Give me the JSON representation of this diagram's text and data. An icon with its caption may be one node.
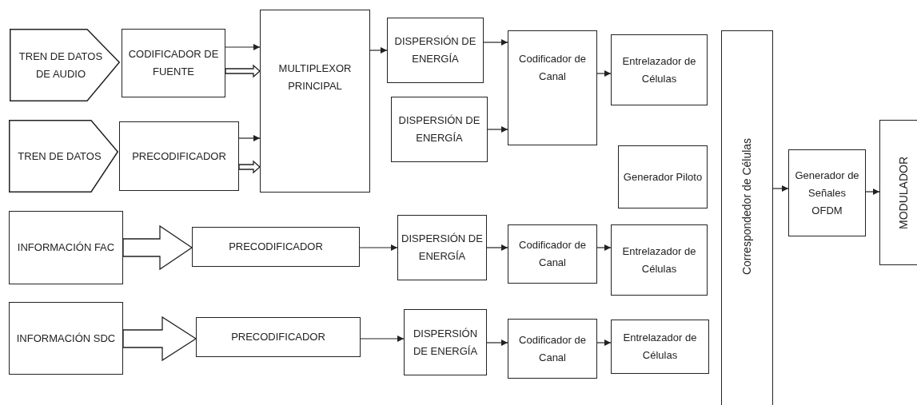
{
  "diagram": {
    "nodes": [
      {
        "text": [
          "TREN DE DATOS DE AUDIO"
        ]
      },
      {
        "text": [
          "CODIFICADOR DE FUENTE"
        ]
      },
      {
        "text": [
          "TREN DE DATOS"
        ]
      },
      {
        "text": [
          "PRECODIFICADOR"
        ]
      },
      {
        "text": [
          "MULTIPLEXOR PRINCIPAL"
        ]
      },
      {
        "text": [
          "DISPERSIÓN DE ENERGÍA"
        ]
      },
      {
        "text": [
          "DISPERSIÓN DE ENERGÍA"
        ]
      },
      {
        "text": [
          "Codificador de Canal"
        ]
      },
      {
        "text": [
          "Entrelazador de Células"
        ]
      },
      {
        "text": [
          "Generador Piloto"
        ]
      },
      {
        "text": [
          "INFORMACIÓN FAC"
        ]
      },
      {
        "text": [
          "PRECODIFICADOR"
        ]
      },
      {
        "text": [
          "DISPERSIÓN DE ENERGÍA"
        ]
      },
      {
        "text": [
          "Codificador de Canal"
        ]
      },
      {
        "text": [
          "Entrelazador de Células"
        ]
      },
      {
        "text": [
          "INFORMACIÓN SDC"
        ]
      },
      {
        "text": [
          "PRECODIFICADOR"
        ]
      },
      {
        "text": [
          "DISPERSIÓN DE ENERGÍA"
        ]
      },
      {
        "text": [
          "Codificador de Canal"
        ]
      },
      {
        "text": [
          "Entrelazador de Células"
        ]
      },
      {
        "text": [
          "Correspondedor de Células"
        ]
      },
      {
        "text": [
          "Generador de Señales OFDM"
        ]
      },
      {
        "text": [
          "MODULADOR"
        ]
      }
    ],
    "edges": [
      {
        "from": 1,
        "to": 4,
        "arrow": "to"
      },
      {
        "from": 1,
        "to": 4,
        "arrow": "to",
        "style": "thick"
      },
      {
        "from": 3,
        "to": 4,
        "arrow": "to"
      },
      {
        "from": 3,
        "to": 4,
        "arrow": "to",
        "style": "thick"
      },
      {
        "from": 4,
        "to": 5,
        "arrow": "to"
      },
      {
        "from": 5,
        "to": 7,
        "arrow": "to"
      },
      {
        "from": 6,
        "to": 7,
        "arrow": "to"
      },
      {
        "from": 7,
        "to": 8,
        "arrow": "to"
      },
      {
        "from": 10,
        "to": 11,
        "arrow": "to",
        "style": "thick"
      },
      {
        "from": 11,
        "to": 12,
        "arrow": "to"
      },
      {
        "from": 12,
        "to": 13,
        "arrow": "to"
      },
      {
        "from": 13,
        "to": 14,
        "arrow": "to"
      },
      {
        "from": 15,
        "to": 16,
        "arrow": "to",
        "style": "thick"
      },
      {
        "from": 16,
        "to": 17,
        "arrow": "to"
      },
      {
        "from": 17,
        "to": 18,
        "arrow": "to"
      },
      {
        "from": 18,
        "to": 19,
        "arrow": "to"
      },
      {
        "from": 20,
        "to": 21,
        "arrow": "to"
      },
      {
        "from": 21,
        "to": 22,
        "arrow": "to"
      }
    ]
  }
}
